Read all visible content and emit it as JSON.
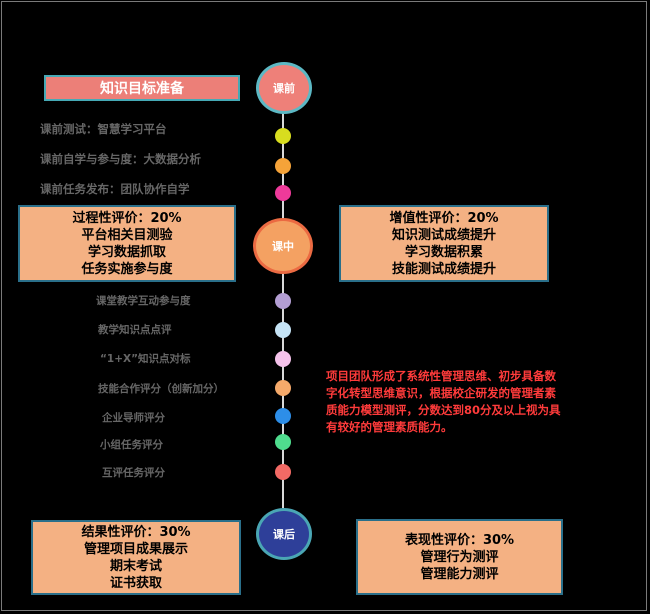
{
  "banner": "知识目标准备",
  "stages": {
    "pre": "课前",
    "mid": "课中",
    "post": "课后"
  },
  "pre_items": [
    "课前测试：智慧学习平台",
    "课前自学与参与度：大数据分析",
    "课前任务发布：团队协作自学"
  ],
  "pre_dot_colors": [
    "#d8dd1f",
    "#f5a339",
    "#ee3a9a"
  ],
  "mid_items": [
    "课堂教学互动参与度",
    "教学知识点点评",
    "“1+X”知识点对标",
    "技能合作评分（创新加分）",
    "企业导师评分",
    "小组任务评分",
    "互评任务评分"
  ],
  "mid_dot_colors": [
    "#b39ed3",
    "#c5e3f5",
    "#f4c2ea",
    "#f5a96a",
    "#2d8ee8",
    "#4fdc8e",
    "#f26a65"
  ],
  "process_box": {
    "head": "过程性评价：20%",
    "lines": [
      "平台相关目测验",
      "学习数据抓取",
      "任务实施参与度"
    ]
  },
  "value_box": {
    "head": "增值性评价：20%",
    "lines": [
      "知识测试成绩提升",
      "学习数据积累",
      "技能测试成绩提升"
    ]
  },
  "result_box": {
    "head": "结果性评价：30%",
    "lines": [
      "管理项目成果展示",
      "期末考试",
      "证书获取"
    ]
  },
  "perform_box": {
    "head": "表现性评价：30%",
    "lines": [
      "管理行为测评",
      "管理能力测评"
    ]
  },
  "note": "项目团队形成了系统性管理思维、初步具备数字化转型思维意识，根据校企研发的管理者素质能力模型测评，分数达到80分及以上视为具有较好的管理素质能力。"
}
